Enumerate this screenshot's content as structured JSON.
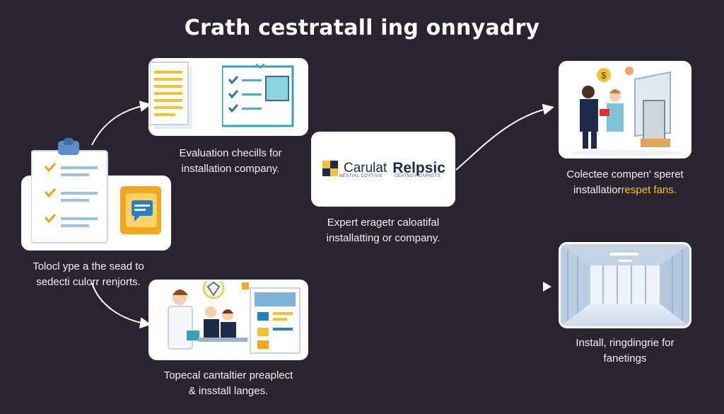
{
  "title": "Crath cestratall ing onnyadry",
  "steps": {
    "checklist": {
      "caption_lines": [
        "Tolocl ype a the sead to",
        "sedecti culorr renjorts."
      ]
    },
    "evaluation": {
      "caption_lines": [
        "Evaluation checills for",
        "installation company."
      ]
    },
    "expert": {
      "caption_lines": [
        "Expert eragetr caloatifal",
        "installatting or company."
      ],
      "logo_left": "Carulat",
      "logo_left_sub": "NESTIAL COVTIUS",
      "logo_right": "Relpsic",
      "logo_right_sub": "CEATNGY DAPAETS"
    },
    "consult": {
      "caption_line1": "Colectee compen' speret",
      "caption_line2_plain": "installatior",
      "caption_line2_highlight": "respet fans."
    },
    "meeting": {
      "caption_lines": [
        "Topecal cantaltier preaplect",
        "& insstall langes."
      ]
    },
    "install": {
      "caption_lines": [
        "Install, ringdingrie for",
        "fanetings"
      ]
    }
  },
  "colors": {
    "background": "#2a2430",
    "card": "#ffffff",
    "accent_yellow": "#f2c230",
    "accent_blue": "#2a7fc0",
    "navy": "#1d2b48"
  },
  "icons": [
    "clipboard-icon",
    "document-icon",
    "chat-bubble-icon",
    "checklist-screen-icon",
    "people-meeting-icon",
    "dollar-icon",
    "office-room-icon"
  ]
}
